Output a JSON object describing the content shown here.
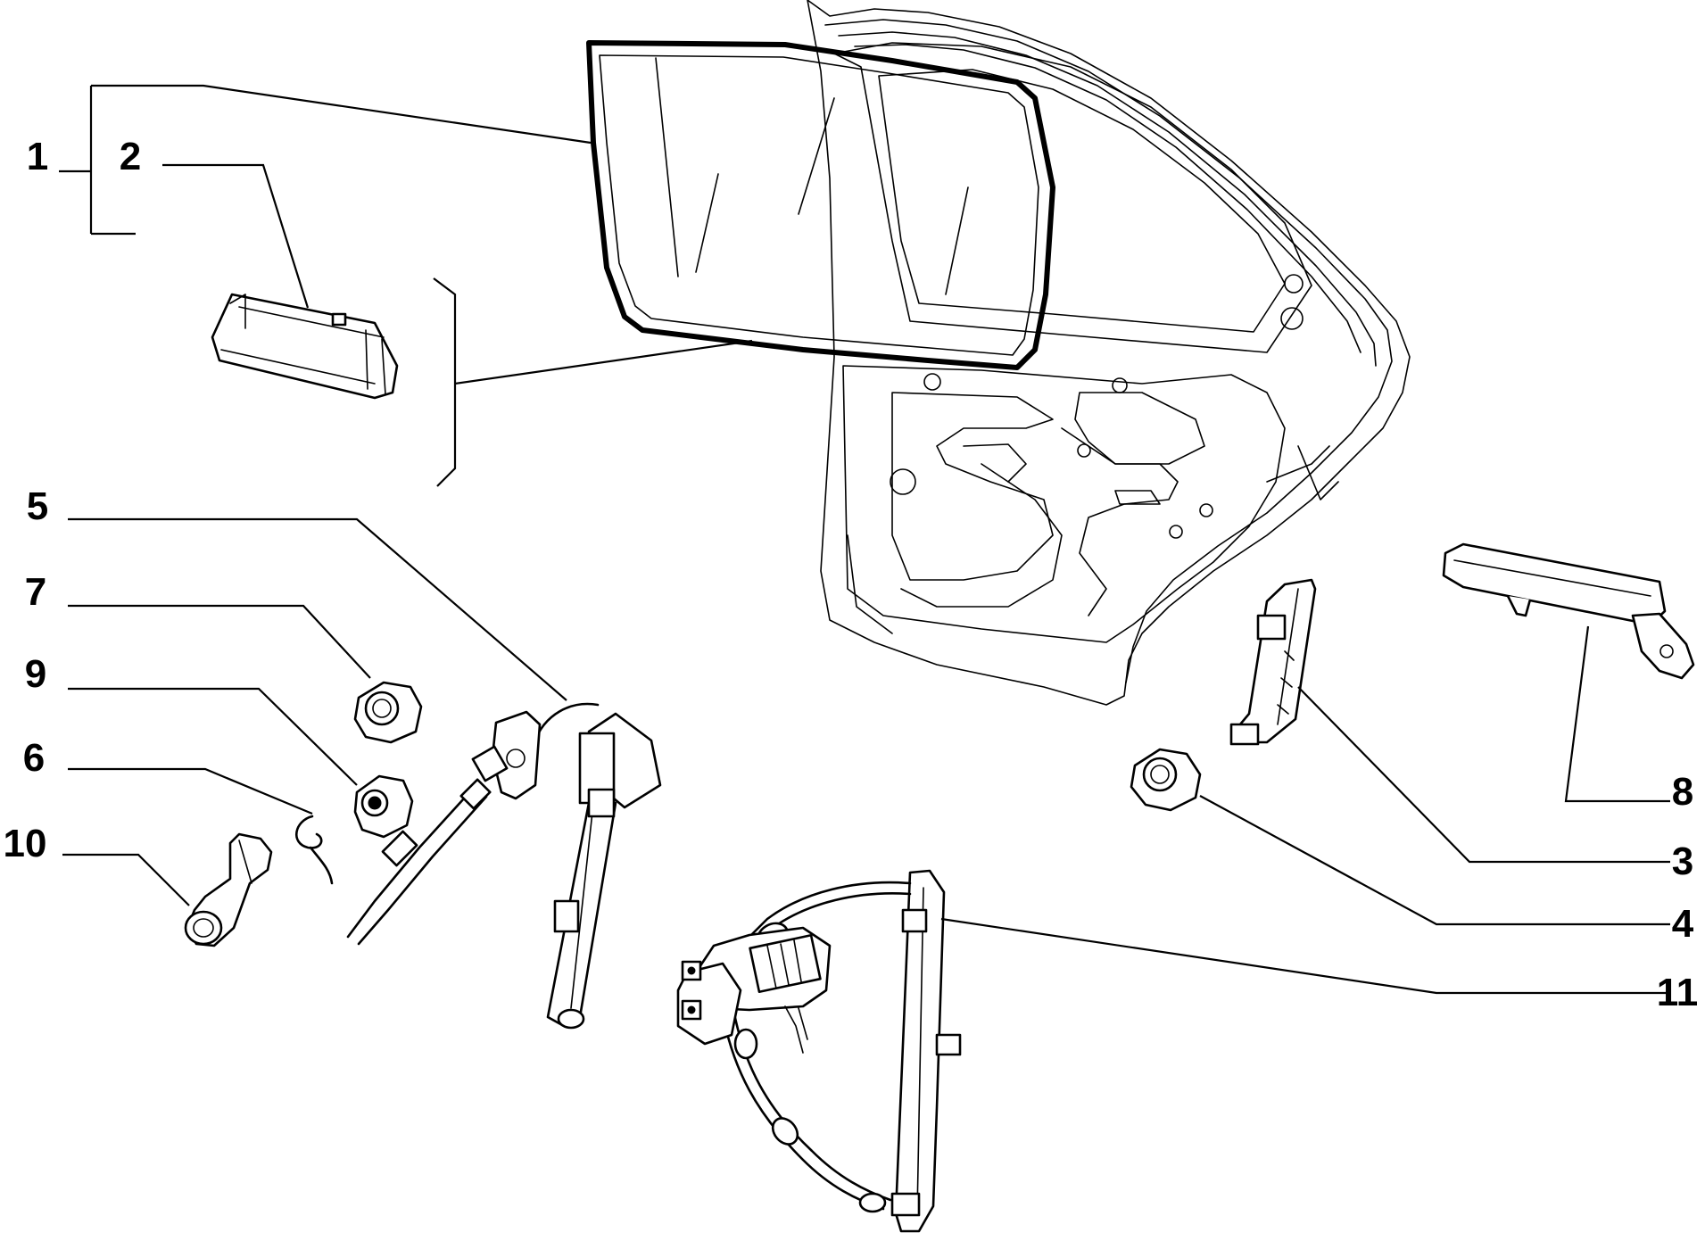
{
  "callouts": [
    {
      "id": "1",
      "label": "1"
    },
    {
      "id": "2",
      "label": "2"
    },
    {
      "id": "3",
      "label": "3"
    },
    {
      "id": "4",
      "label": "4"
    },
    {
      "id": "5",
      "label": "5"
    },
    {
      "id": "6",
      "label": "6"
    },
    {
      "id": "7",
      "label": "7"
    },
    {
      "id": "8",
      "label": "8"
    },
    {
      "id": "9",
      "label": "9"
    },
    {
      "id": "10",
      "label": "10"
    },
    {
      "id": "11",
      "label": "11"
    }
  ],
  "colors": {
    "ink": "#000000",
    "paper": "#ffffff"
  }
}
